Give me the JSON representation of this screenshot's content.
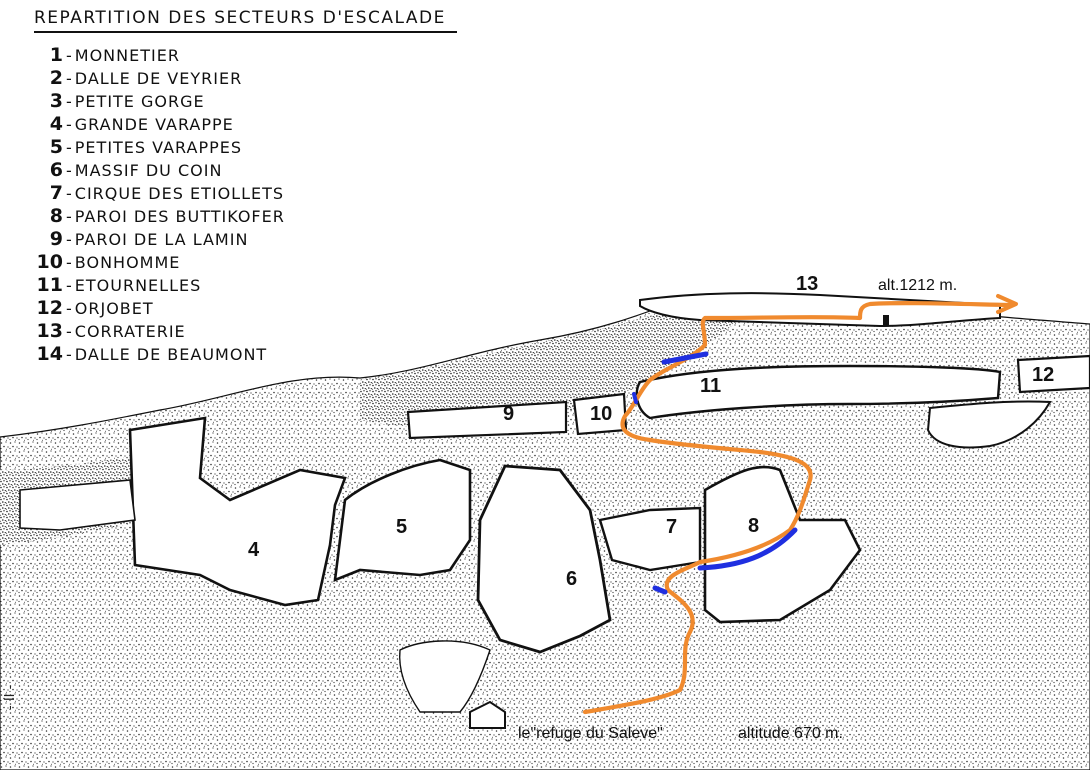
{
  "title": "REPARTITION DES SECTEURS D'ESCALADE",
  "legend": [
    {
      "num": "1",
      "name": "MONNETIER"
    },
    {
      "num": "2",
      "name": "DALLE DE VEYRIER"
    },
    {
      "num": "3",
      "name": "PETITE GORGE"
    },
    {
      "num": "4",
      "name": "GRANDE VARAPPE"
    },
    {
      "num": "5",
      "name": "PETITES VARAPPES"
    },
    {
      "num": "6",
      "name": "MASSIF DU COIN"
    },
    {
      "num": "7",
      "name": "CIRQUE DES ETIOLLETS"
    },
    {
      "num": "8",
      "name": "PAROI DES BUTTIKOFER"
    },
    {
      "num": "9",
      "name": "PAROI DE LA LAMIN"
    },
    {
      "num": "10",
      "name": "BONHOMME"
    },
    {
      "num": "11",
      "name": "ETOURNELLES"
    },
    {
      "num": "12",
      "name": "ORJOBET"
    },
    {
      "num": "13",
      "name": "CORRATERIE"
    },
    {
      "num": "14",
      "name": "DALLE DE BEAUMONT"
    }
  ],
  "legend_separator": "-",
  "sector_labels": [
    "4",
    "5",
    "6",
    "7",
    "8",
    "9",
    "10",
    "11",
    "12",
    "13"
  ],
  "annotations": {
    "summit_altitude": "alt.1212 m.",
    "refuge": "le\"refuge du Saleve\"",
    "refuge_altitude": "altitude 670 m."
  },
  "page_number": "- II -",
  "colors": {
    "ink": "#111111",
    "stipple": "#3a3a3a",
    "route_orange": "#f08a2e",
    "route_blue": "#1f2fe0",
    "paper": "#ffffff"
  }
}
